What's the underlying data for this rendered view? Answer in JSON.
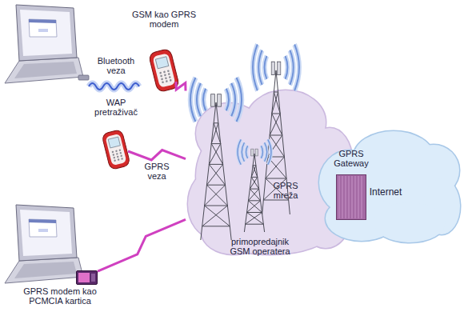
{
  "diagram": {
    "nodes": [
      {
        "text": [
          "GSM kao GPRS modem"
        ]
      },
      {
        "text": [
          "WAP pretraživač"
        ]
      },
      {
        "text": [
          "GPRS mreža"
        ]
      },
      {
        "text": [
          "GPRS Gateway"
        ]
      },
      {
        "text": [
          "Internet"
        ]
      },
      {
        "text": [
          "GPRS modem kao PCMCIA kartica"
        ]
      }
    ],
    "edges": [
      {
        "from": 0,
        "to": 2,
        "arrow": "none"
      },
      {
        "from": 1,
        "to": 2,
        "label": "GPRS veza",
        "arrow": "none"
      },
      {
        "from": 5,
        "to": 2,
        "arrow": "none"
      }
    ],
    "labels": [
      "Bluetooth veza",
      "primopredajnik GSM operatera"
    ]
  }
}
